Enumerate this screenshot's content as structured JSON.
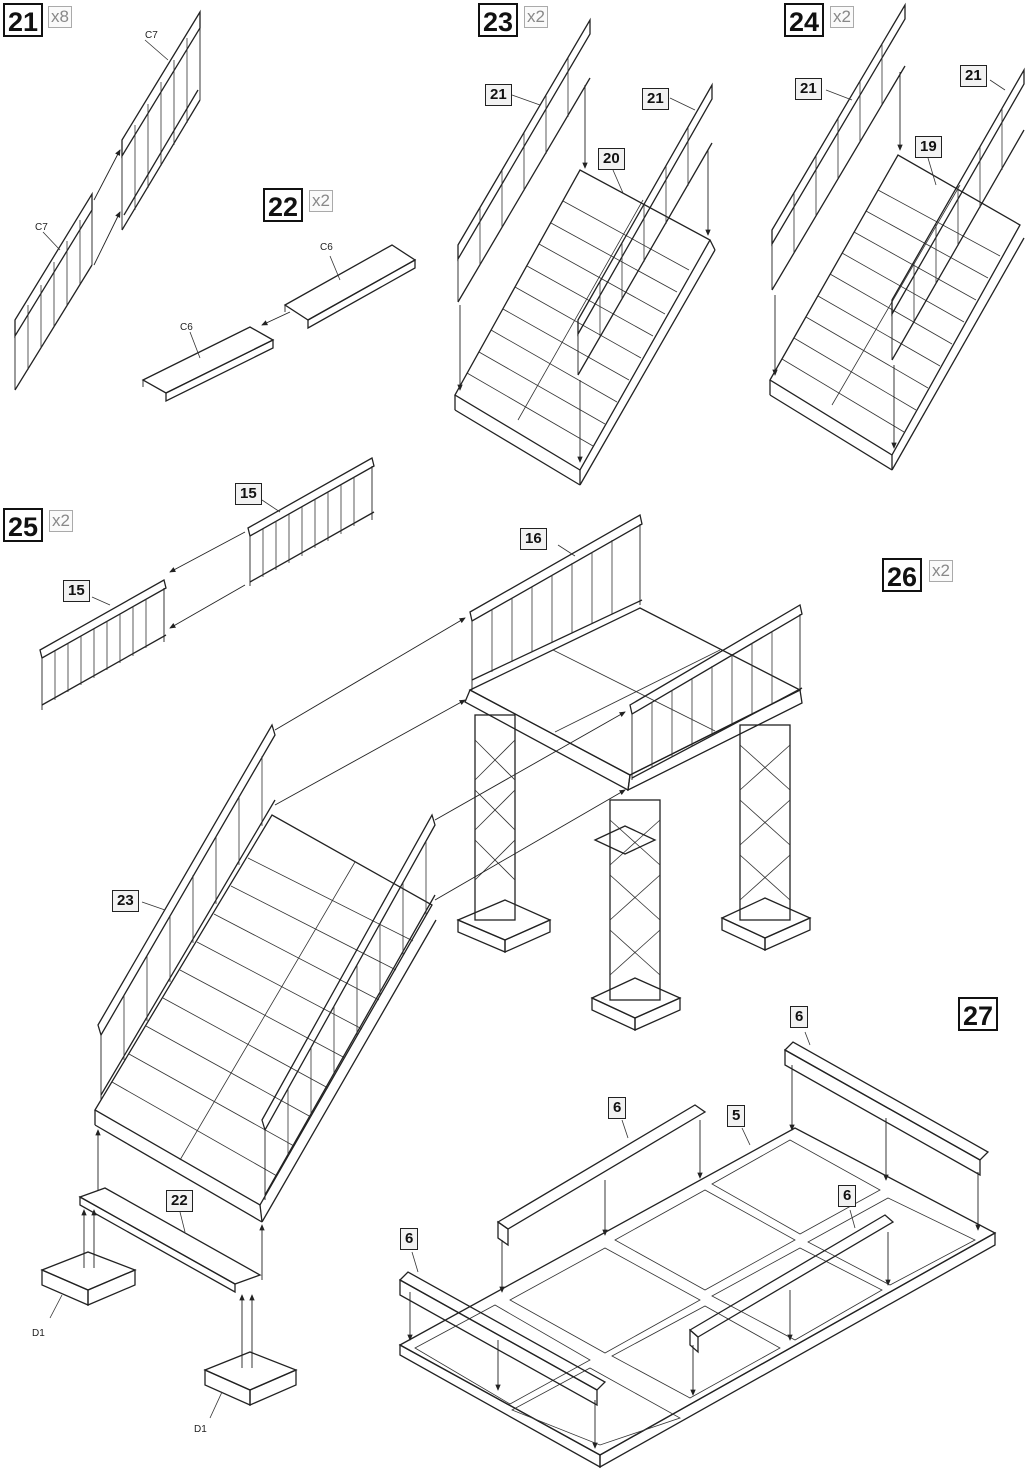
{
  "steps": [
    {
      "number": "21",
      "qty": "x8"
    },
    {
      "number": "22",
      "qty": "x2"
    },
    {
      "number": "23",
      "qty": "x2"
    },
    {
      "number": "24",
      "qty": "x2"
    },
    {
      "number": "25",
      "qty": "x2"
    },
    {
      "number": "26",
      "qty": "x2"
    },
    {
      "number": "27",
      "qty": ""
    }
  ],
  "part_labels": {
    "c7_a": "C7",
    "c7_b": "C7",
    "c6_a": "C6",
    "c6_b": "C6",
    "d1_a": "D1",
    "d1_b": "D1"
  },
  "callouts": {
    "s23_left": "21",
    "s23_right": "21",
    "s23_stair": "20",
    "s24_left": "21",
    "s24_right": "21",
    "s24_stair": "19",
    "s25_right": "15",
    "s25_left": "15",
    "s26_top": "16",
    "s26_stair": "23",
    "s26_landing": "22",
    "s27_a": "6",
    "s27_b": "6",
    "s27_c": "5",
    "s27_d": "6",
    "s27_e": "6"
  }
}
